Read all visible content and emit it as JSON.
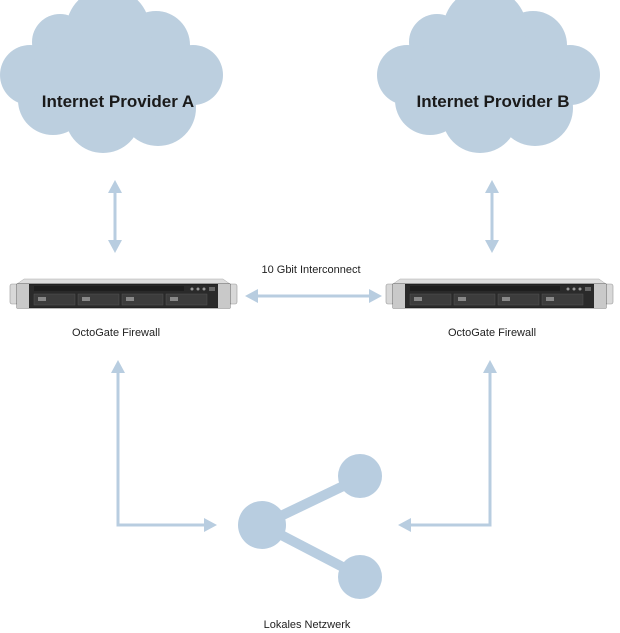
{
  "clouds": [
    {
      "label": "Internet Provider A"
    },
    {
      "label": "Internet Provider B"
    }
  ],
  "firewalls": [
    {
      "label": "OctoGate Firewall"
    },
    {
      "label": "OctoGate Firewall"
    }
  ],
  "interconnect": {
    "label": "10 Gbit Interconnect"
  },
  "network": {
    "label": "Lokales Netzwerk"
  },
  "colors": {
    "cloud": "#bccfdf",
    "arrow": "#b8cde0",
    "server_body": "#2a2a2a",
    "server_silver": "#c9c9c9"
  }
}
